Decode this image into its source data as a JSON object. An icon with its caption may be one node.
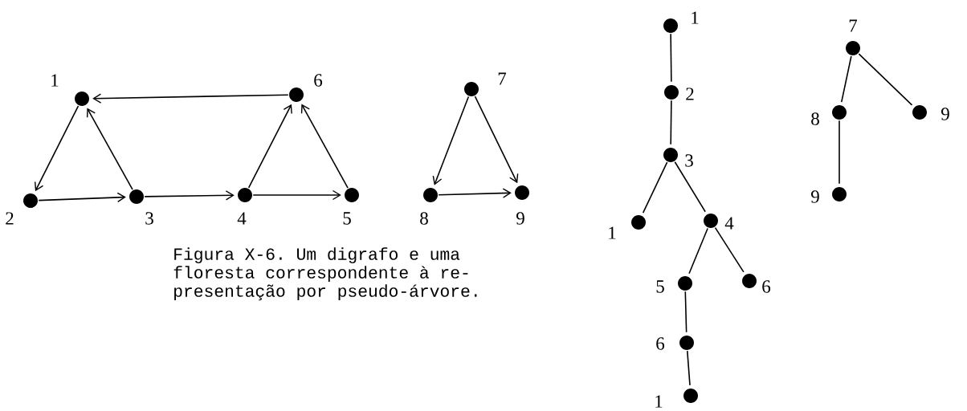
{
  "diagram": {
    "caption": "Figura X-6. Um digrafo e uma floresta correspondente à re- presentação por pseudo-árvore.",
    "nodes": [
      {
        "text": [
          "1"
        ]
      },
      {
        "text": [
          "2"
        ]
      },
      {
        "text": [
          "3"
        ]
      },
      {
        "text": [
          "4"
        ]
      },
      {
        "text": [
          "5"
        ]
      },
      {
        "text": [
          "6"
        ]
      },
      {
        "text": [
          "7"
        ]
      },
      {
        "text": [
          "8"
        ]
      },
      {
        "text": [
          "9"
        ]
      },
      {
        "text": [
          "1"
        ]
      },
      {
        "text": [
          "2"
        ]
      },
      {
        "text": [
          "3"
        ]
      },
      {
        "text": [
          "1"
        ]
      },
      {
        "text": [
          "4"
        ]
      },
      {
        "text": [
          "5"
        ]
      },
      {
        "text": [
          "6"
        ]
      },
      {
        "text": [
          "6"
        ]
      },
      {
        "text": [
          "1"
        ]
      },
      {
        "text": [
          "7"
        ]
      },
      {
        "text": [
          "8"
        ]
      },
      {
        "text": [
          "9"
        ]
      },
      {
        "text": [
          "9"
        ]
      }
    ],
    "edges": [
      {
        "from": 5,
        "to": 0,
        "arrow": "to"
      },
      {
        "from": 0,
        "to": 1,
        "arrow": "to"
      },
      {
        "from": 1,
        "to": 2,
        "arrow": "to"
      },
      {
        "from": 2,
        "to": 0,
        "arrow": "to"
      },
      {
        "from": 2,
        "to": 3,
        "arrow": "to"
      },
      {
        "from": 3,
        "to": 4,
        "arrow": "to"
      },
      {
        "from": 3,
        "to": 5,
        "arrow": "to"
      },
      {
        "from": 4,
        "to": 5,
        "arrow": "to"
      },
      {
        "from": 6,
        "to": 7,
        "arrow": "to"
      },
      {
        "from": 6,
        "to": 8,
        "arrow": "to"
      },
      {
        "from": 7,
        "to": 8,
        "arrow": "to"
      },
      {
        "from": 9,
        "to": 10,
        "arrow": "none"
      },
      {
        "from": 10,
        "to": 11,
        "arrow": "none"
      },
      {
        "from": 11,
        "to": 12,
        "arrow": "none"
      },
      {
        "from": 11,
        "to": 13,
        "arrow": "none"
      },
      {
        "from": 13,
        "to": 14,
        "arrow": "none"
      },
      {
        "from": 13,
        "to": 15,
        "arrow": "none"
      },
      {
        "from": 14,
        "to": 16,
        "arrow": "none"
      },
      {
        "from": 16,
        "to": 17,
        "arrow": "none"
      },
      {
        "from": 18,
        "to": 19,
        "arrow": "none"
      },
      {
        "from": 18,
        "to": 20,
        "arrow": "none"
      },
      {
        "from": 19,
        "to": 21,
        "arrow": "none"
      }
    ]
  }
}
